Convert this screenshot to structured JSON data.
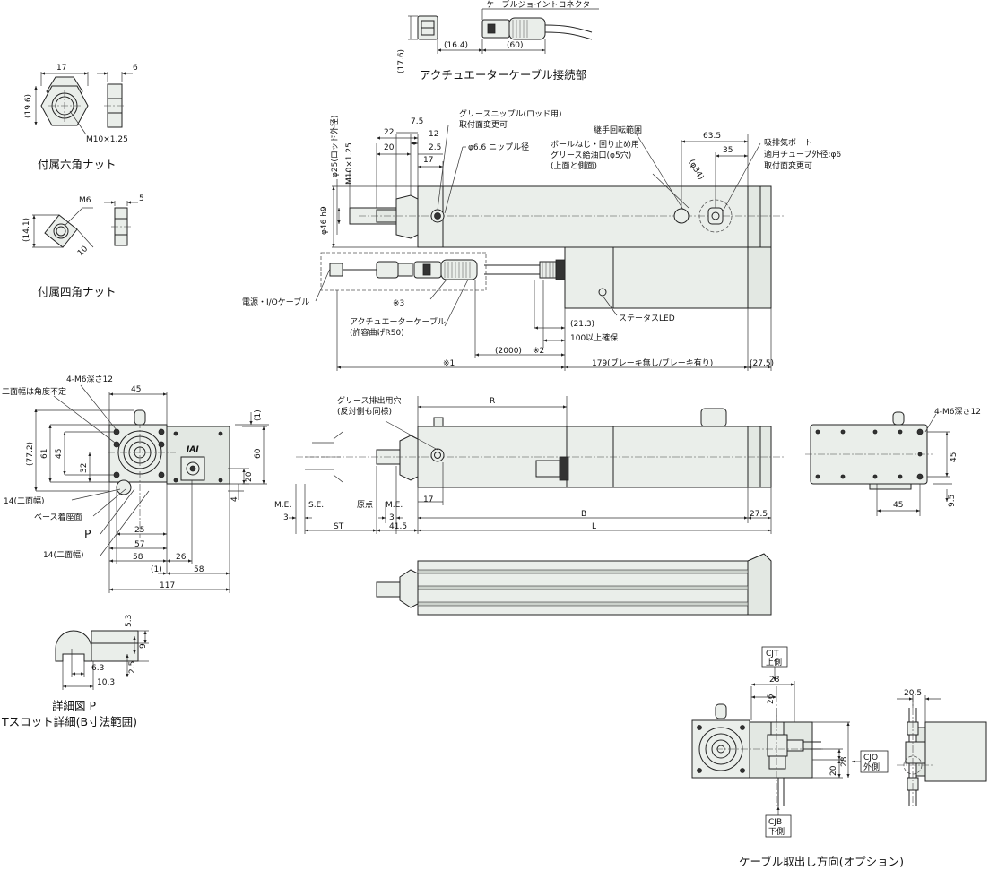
{
  "captions": {
    "connector_section": "アクチュエーターケーブル接続部",
    "hex_nut": "付属六角ナット",
    "square_nut": "付属四角ナット",
    "detail_p_title": "詳細図 P",
    "detail_p_sub": "Tスロット詳細(B寸法範囲)",
    "cable_direction": "ケーブル取出し方向(オプション)"
  },
  "labels": {
    "cable_joint_connector": "ケーブルジョイントコネクター",
    "grease_nipple_1": "グリースニップル(ロッド用)",
    "grease_nipple_2": "取付面変更可",
    "nipple_dia": "φ6.6 ニップル径",
    "joint_rot": "継手回転範囲",
    "ball_screw_1": "ボールねじ・回り止め用",
    "ball_screw_2": "グリース給油口(φ5穴)",
    "ball_screw_3": "(上面と側面)",
    "exhaust_1": "吸排気ポート",
    "exhaust_2": "適用チューブ外径:φ6",
    "exhaust_3": "取付面変更可",
    "power_io": "電源・I/Oケーブル",
    "note3": "※3",
    "act_cable_1": "アクチュエーターケーブル",
    "act_cable_2": "(許容曲げR50)",
    "status_led": "ステータスLED",
    "grease_out_1": "グリース排出用穴",
    "grease_out_2": "(反対側も同様)",
    "m6_depth_left": "4-M6深さ12",
    "m6_depth_right": "4-M6深さ12",
    "two_face_angle": "二面幅は角度不定",
    "two_face_14a": "14(二面幅)",
    "two_face_14b": "14(二面幅)",
    "base_surface": "ベース着座面",
    "p_mark": "P",
    "me_left": "M.E.",
    "se": "S.E.",
    "origin": "原点",
    "me_right": "M.E.",
    "cjt_1": "CJT",
    "cjt_2": "上側",
    "cjo_1": "CJO",
    "cjo_2": "外側",
    "cjb_1": "CJB",
    "cjb_2": "下側",
    "logo": "IAI"
  },
  "dims": {
    "d17_6": "(17.6)",
    "d16_4": "(16.4)",
    "d60a": "(60)",
    "d17a": "17",
    "d6a": "6",
    "d19_6": "(19.6)",
    "m10": "M10×1.25",
    "m6": "M6",
    "d5": "5",
    "d14_1": "(14.1)",
    "d10": "10",
    "phi25": "φ25(ロッド外径)",
    "m10v": "M10×1.25",
    "phi46": "φ46 h9",
    "d22": "22",
    "d7_5": "7.5",
    "d20a": "20",
    "d12": "12",
    "d2_5a": "2.5",
    "d17b": "17",
    "d63_5": "63.5",
    "d35": "35",
    "phi34": "(φ34)",
    "d21_3": "(21.3)",
    "d100": "100以上確保",
    "d2000": "(2000)",
    "note2": "※2",
    "note1": "※1",
    "d179": "179(ブレーキ無し/ブレーキ有り)",
    "d27_5a": "(27.5)",
    "d45a": "45",
    "d1a": "(1)",
    "d77_2": "(77.2)",
    "d61": "61",
    "d45b": "45",
    "d32": "32",
    "d60b": "60",
    "d20b": "20",
    "d4": "4",
    "d25": "25",
    "d57": "57",
    "d58a": "58",
    "d26": "26",
    "d58b": "58",
    "d1b": "(1)",
    "d117": "117",
    "R": "R",
    "d17c": "17",
    "d3a": "3",
    "d3b": "3",
    "ST": "ST",
    "d41_5": "41.5",
    "B": "B",
    "L": "L",
    "d27_5b": "27.5",
    "d45c": "45",
    "d9_5": "9.5",
    "d45d": "45",
    "d5_3": "5.3",
    "d9": "9",
    "d2_5b": "2.5",
    "d6_3": "6.3",
    "d10_3": "10.3",
    "d28a": "28",
    "d26b": "26",
    "d20c": "20",
    "d28b": "28",
    "d20_5": "20.5"
  }
}
